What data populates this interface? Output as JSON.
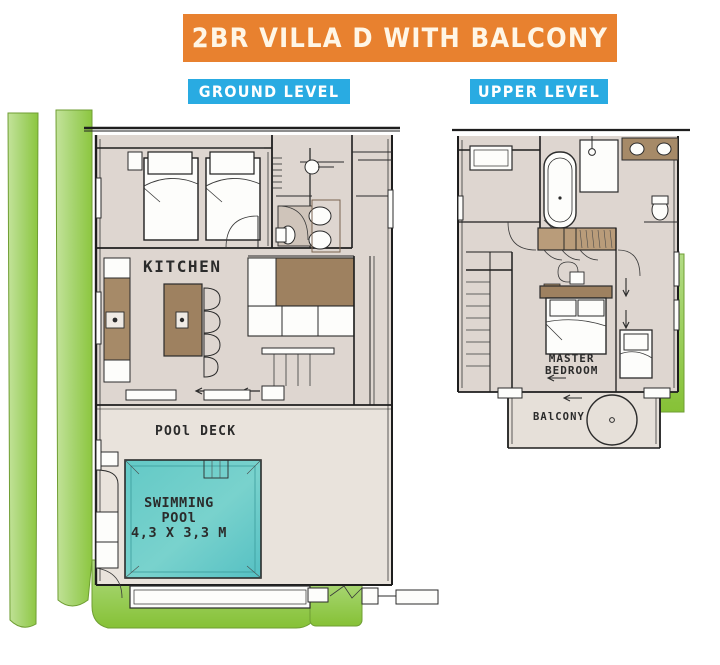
{
  "header": {
    "title": "2BR VILLA D WITH BALCONY",
    "title_bg": "#E8812F",
    "title_color": "#FFF6E6",
    "badge_bg": "#29ABE2",
    "badges": [
      {
        "label": "GROUND LEVEL",
        "name": "ground-level"
      },
      {
        "label": "UPPER LEVEL",
        "name": "upper-level"
      }
    ]
  },
  "plan": {
    "type": "architectural-floor-plan",
    "style": "hand-drawn watercolor illustration",
    "palette": {
      "wall_ink": "#2b2b2b",
      "floor_fill": "#ddd5cf",
      "deck_fill": "#e8e2db",
      "paper": "#f3efe9",
      "furniture_wood": "#9c7f5f",
      "furniture_wood_light": "#b79a78",
      "pool_water": "#5bc7c6",
      "pool_water_light": "#7fd6d2",
      "garden_green": "#8dc63f",
      "garden_green_light": "#b6dc8b"
    },
    "levels": [
      {
        "name": "ground-level",
        "rooms": [
          {
            "label": "KITCHEN",
            "name": "kitchen"
          },
          {
            "label": "POOl DECK",
            "name": "pool-deck"
          },
          {
            "label": "SWIMMING\nPOOl\n4,3 X 3,3 M",
            "name": "swimming-pool"
          }
        ],
        "pool": {
          "label_line1": "SWIMMING",
          "label_line2": "POOl",
          "dimensions": "4,3 X 3,3 M",
          "width_m": 4.3,
          "length_m": 3.3
        },
        "features": [
          "twin-bedroom",
          "bathroom",
          "kitchen-island",
          "bar-stools",
          "living-sofa",
          "staircase",
          "sun-loungers",
          "garden-lawn"
        ]
      },
      {
        "name": "upper-level",
        "rooms": [
          {
            "label": "MASTER\nBEDROOM",
            "name": "master-bedroom"
          },
          {
            "label": "BAlCONY",
            "name": "balcony"
          }
        ],
        "master_bedroom": {
          "line1": "MASTER",
          "line2": "BEDROOM"
        },
        "balcony": {
          "label": "BAlCONY"
        },
        "features": [
          "ensuite-bathroom",
          "bathtub",
          "double-vanity",
          "toilet",
          "wardrobe",
          "king-bed",
          "daybed",
          "staircase",
          "round-table",
          "garden-lawn"
        ]
      }
    ]
  }
}
